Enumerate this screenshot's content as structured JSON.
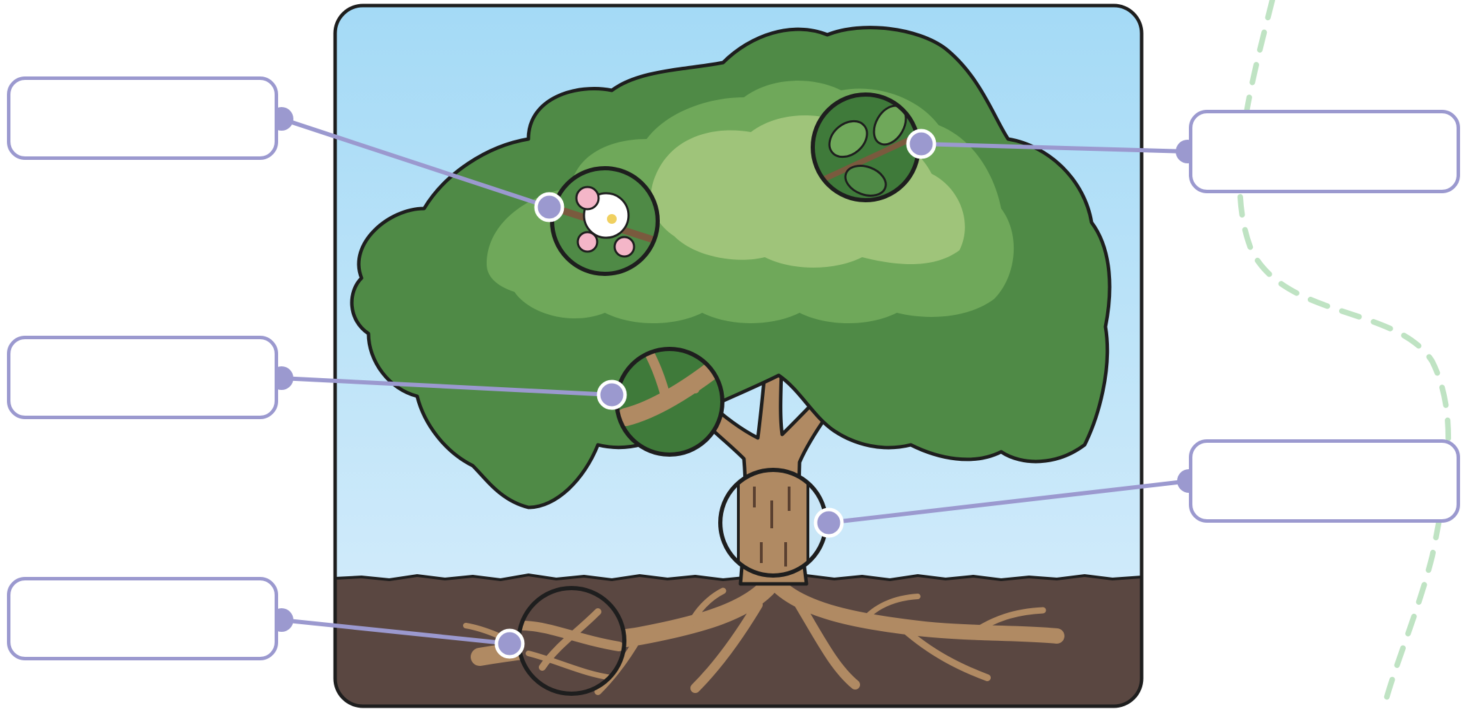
{
  "worksheet": {
    "labels": [
      {
        "id": "flower",
        "text": ""
      },
      {
        "id": "leaves",
        "text": ""
      },
      {
        "id": "branches",
        "text": ""
      },
      {
        "id": "trunk",
        "text": ""
      },
      {
        "id": "roots",
        "text": ""
      }
    ]
  },
  "colors": {
    "sky_top": "#a7dcf7",
    "sky_bottom": "#d8eefb",
    "soil": "#5a4741",
    "foliage_dark": "#4f8a46",
    "foliage_mid": "#6fa85a",
    "foliage_light": "#9fc47a",
    "bark": "#b08a63",
    "outline": "#1e1e1e",
    "label_border": "#9b99cf",
    "dashed_path": "#bfe3c3"
  }
}
